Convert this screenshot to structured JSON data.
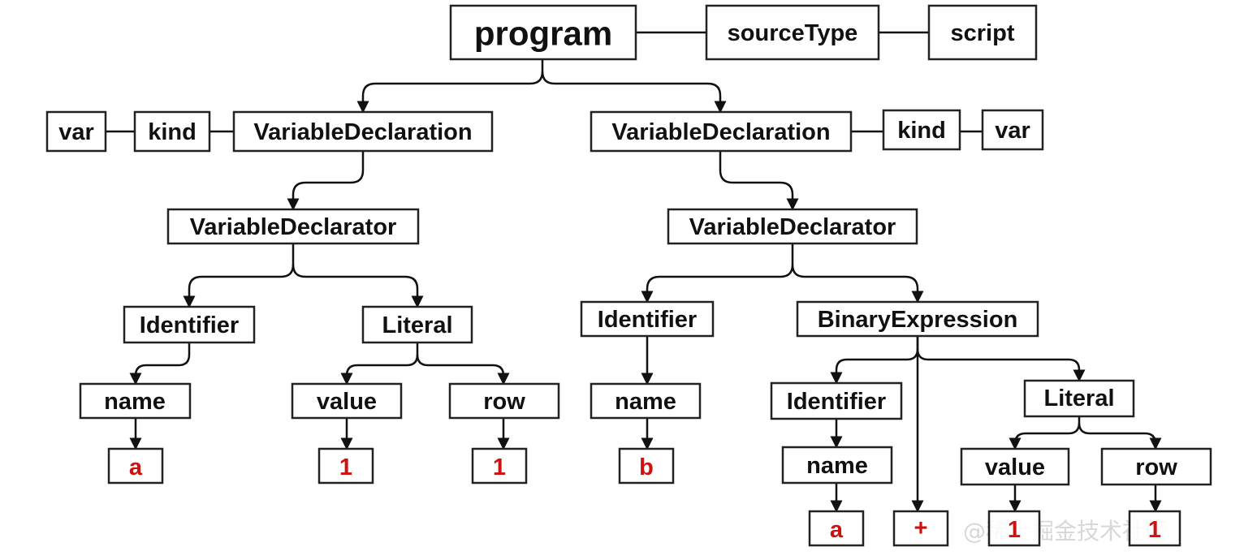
{
  "nodes": {
    "program": "program",
    "sourcetype": "sourceType",
    "script": "script",
    "l_var": "var",
    "l_kind": "kind",
    "l_decl": "VariableDeclaration",
    "r_decl": "VariableDeclaration",
    "r_kind": "kind",
    "r_var": "var",
    "l_declarator": "VariableDeclarator",
    "r_declarator": "VariableDeclarator",
    "l_identifier": "Identifier",
    "l_literal": "Literal",
    "r_identifier": "Identifier",
    "binary": "BinaryExpression",
    "l_name": "name",
    "l_value": "value",
    "l_row": "row",
    "r_name": "name",
    "b_identifier": "Identifier",
    "b_literal": "Literal",
    "l_a": "a",
    "l_1a": "1",
    "l_1b": "1",
    "r_b": "b",
    "b_name": "name",
    "b_value": "value",
    "b_row": "row",
    "b_a": "a",
    "b_plus": "+",
    "b_1a": "1",
    "b_1b": "1"
  },
  "watermark": "@稀土掘金技术社区",
  "colors": {
    "stroke": "#222222",
    "text": "#111111",
    "leaf_text": "#cc1111"
  }
}
